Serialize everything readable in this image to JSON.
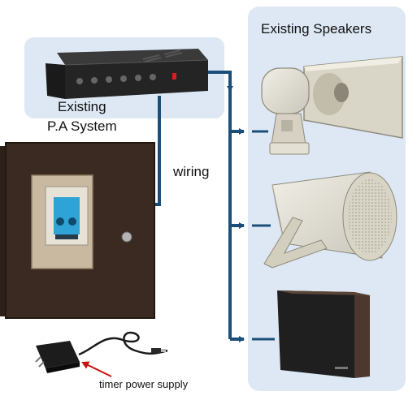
{
  "labels": {
    "speakers_title": "Existing Speakers",
    "pa_line1": "Existing",
    "pa_line2": "P.A System",
    "wiring": "wiring",
    "power_supply": "timer power supply"
  },
  "colors": {
    "panel_fill": "#dde8f4",
    "wire": "#1b4f7a",
    "arrow": "#cc1111",
    "enclosure": "#3a2a22",
    "timer_screen": "#2fa3d6"
  }
}
